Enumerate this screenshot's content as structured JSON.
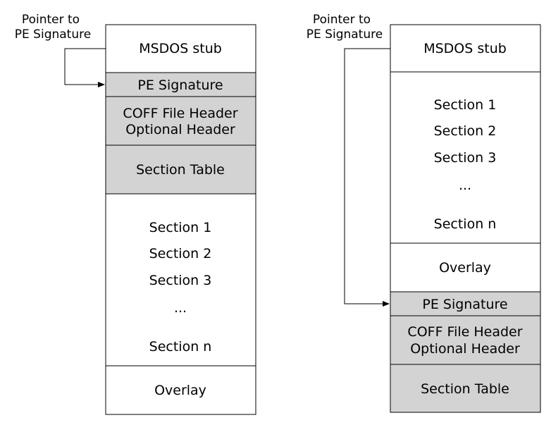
{
  "colors": {
    "shaded": "#d3d3d3",
    "plain": "#ffffff",
    "line": "#000000"
  },
  "left": {
    "pointer_label": [
      "Pointer to",
      "PE Signature"
    ],
    "msdos": "MSDOS stub",
    "pe_signature": "PE Signature",
    "coff_header": "COFF File Header",
    "optional_header": "Optional Header",
    "section_table": "Section Table",
    "sections": [
      "Section 1",
      "Section 2",
      "Section 3",
      "...",
      "Section n"
    ],
    "overlay": "Overlay"
  },
  "right": {
    "pointer_label": [
      "Pointer to",
      "PE Signature"
    ],
    "msdos": "MSDOS stub",
    "sections": [
      "Section 1",
      "Section 2",
      "Section 3",
      "...",
      "Section n"
    ],
    "overlay": "Overlay",
    "pe_signature": "PE Signature",
    "coff_header": "COFF File Header",
    "optional_header": "Optional Header",
    "section_table": "Section Table"
  }
}
